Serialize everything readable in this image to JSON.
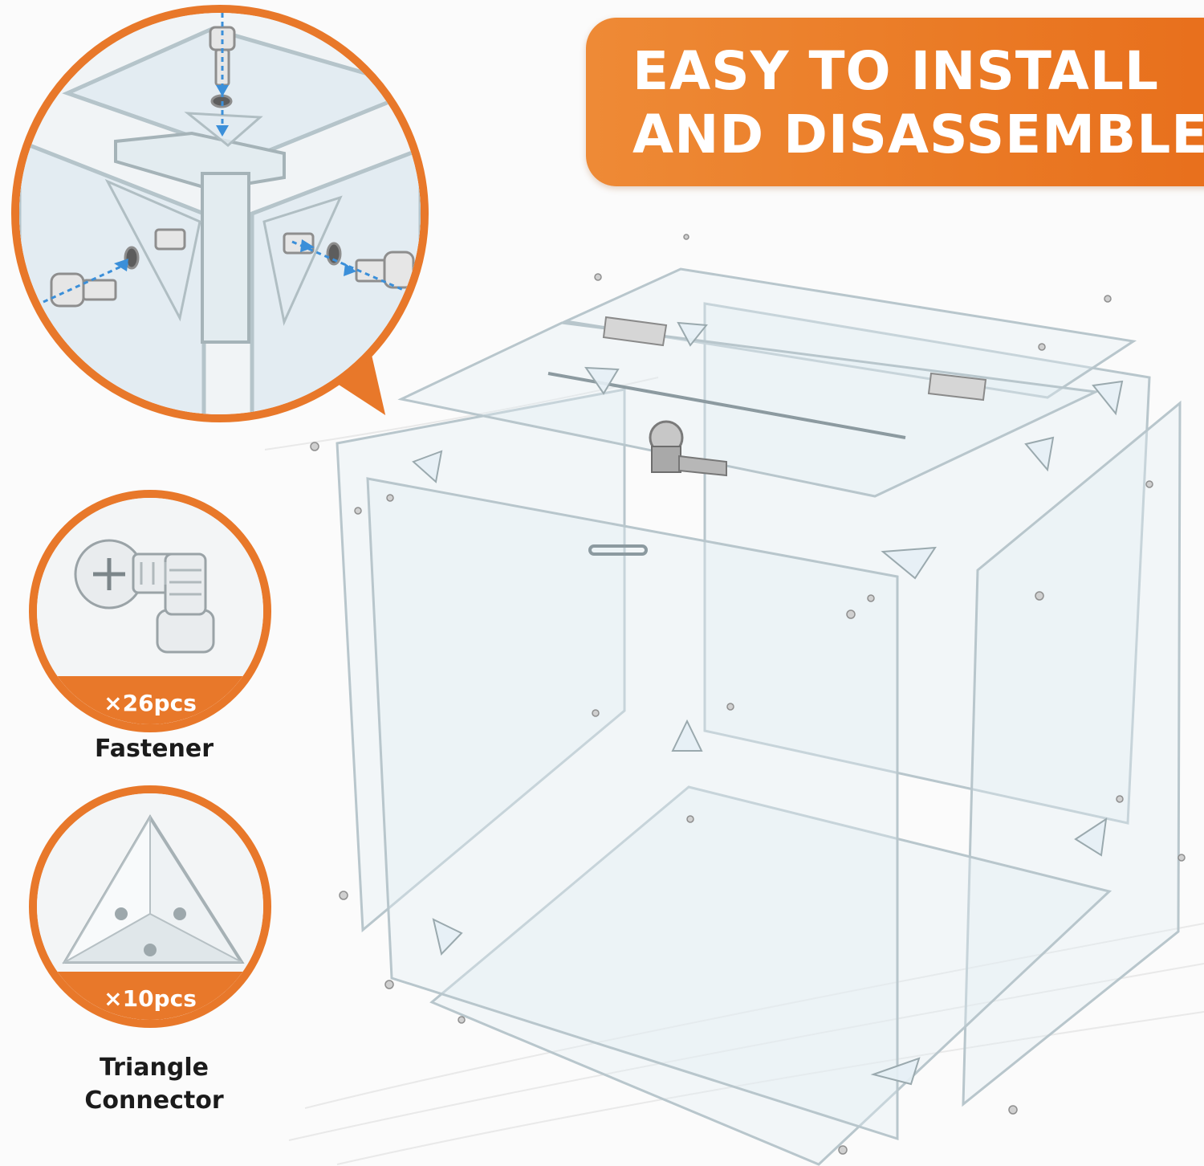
{
  "headline": {
    "line1": "EASY TO INSTALL",
    "line2": "AND DISASSEMBLE"
  },
  "parts": [
    {
      "quantity": "×26pcs",
      "name": "Fastener"
    },
    {
      "quantity": "×10pcs",
      "name_line1": "Triangle",
      "name_line2": "Connector"
    }
  ],
  "colors": {
    "accent": "#e8782a",
    "text_dark": "#1b1b1b",
    "arrow_blue": "#3b8fd9"
  },
  "icons": {
    "zoom": "corner-assembly-zoom",
    "fastener": "screw-icon",
    "connector": "triangle-connector-icon",
    "product": "exploded-acrylic-box"
  }
}
